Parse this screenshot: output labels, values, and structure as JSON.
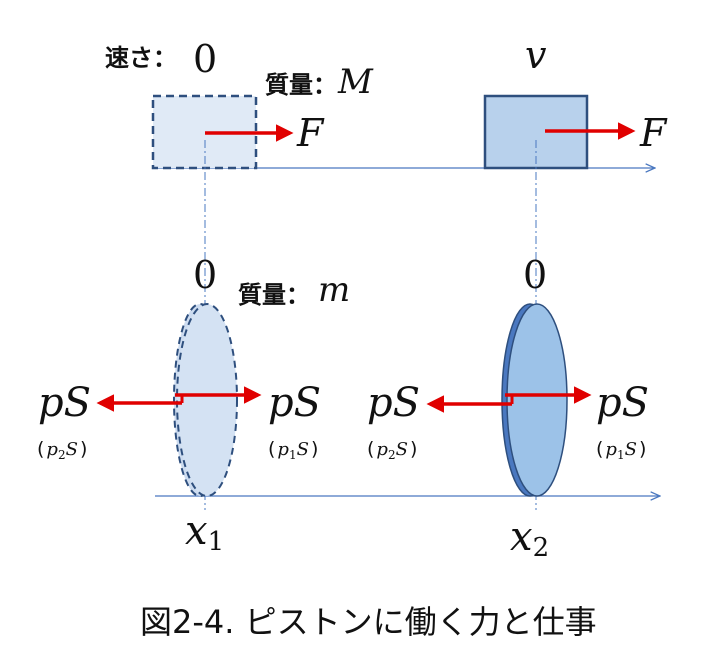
{
  "top": {
    "speed_label": "速さ：",
    "speed_value_left": "0",
    "speed_value_right": "v",
    "mass_label": "質量：",
    "mass_symbol": "M",
    "force_left": "F",
    "force_right": "F"
  },
  "bottom": {
    "speed_value_left": "0",
    "speed_value_right": "0",
    "mass_label": "質量：",
    "mass_symbol": "m",
    "left_piston": {
      "left_force": "pS",
      "left_sub_open": "(",
      "left_sub_p": "p",
      "left_sub_index": "2",
      "left_sub_S": "S",
      "left_sub_close": ")",
      "right_force": "pS",
      "right_sub_open": "(",
      "right_sub_p": "p",
      "right_sub_index": "1",
      "right_sub_S": "S",
      "right_sub_close": ")"
    },
    "right_piston": {
      "left_force": "pS",
      "left_sub_open": "(",
      "left_sub_p": "p",
      "left_sub_index": "2",
      "left_sub_S": "S",
      "left_sub_close": ")",
      "right_force": "pS",
      "right_sub_open": "(",
      "right_sub_p": "p",
      "right_sub_index": "1",
      "right_sub_S": "S",
      "right_sub_close": ")"
    },
    "x1_var": "x",
    "x1_index": "1",
    "x2_var": "x",
    "x2_index": "2"
  },
  "caption": "図2-4. ピストンに働く力と仕事",
  "colors": {
    "block_fill_light": "#e0eaf6",
    "block_fill_medium": "#b8d1ec",
    "block_stroke": "#2e4f7e",
    "piston_left_fill": "#d4e2f3",
    "piston_right_fill": "#9cc2e8",
    "piston_right_edge": "#4a78c0",
    "axis": "#4a78c0",
    "force_arrow": "#e00000"
  }
}
